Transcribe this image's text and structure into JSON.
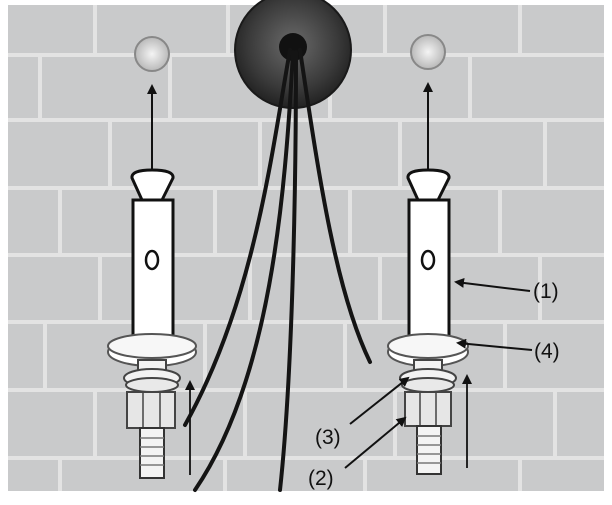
{
  "colors": {
    "wall": "#c9cacb",
    "grout": "#e4e4e4",
    "anchor_body": "#ffffff",
    "outline": "#111111",
    "hole": "#e6e6e6",
    "escutcheon": "#3a3a3a",
    "cable": "#141414"
  },
  "icons": {
    "up_arrow": "arrow-up-icon"
  },
  "callouts": {
    "c1": "(1)",
    "c2": "(2)",
    "c3": "(3)",
    "c4": "(4)"
  }
}
